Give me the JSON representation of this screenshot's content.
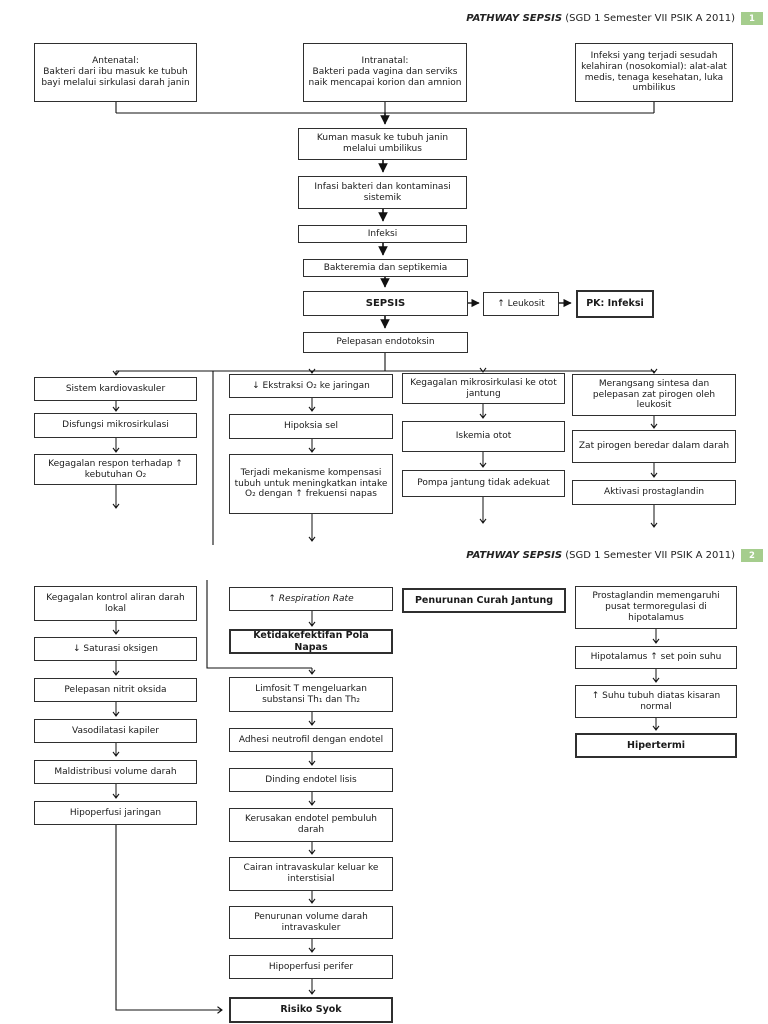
{
  "document": {
    "title_italic": "PATHWAY SEPSIS",
    "title_paren": "(SGD 1 Semester VII PSIK A 2011)",
    "page1_number": "1",
    "page2_number": "2"
  },
  "colors": {
    "page_badge_green": "#a5cd8d",
    "box_border": "#2f2f2f",
    "background": "#ffffff"
  },
  "flowchart": {
    "page1": {
      "antenatal": "Antenatal:\nBakteri dari ibu masuk ke tubuh bayi melalui sirkulasi darah janin",
      "intranatal": "Intranatal:\nBakteri pada vagina dan serviks naik mencapai korion dan amnion",
      "postnatal": "Infeksi yang terjadi sesudah kelahiran (nosokomial): alat-alat medis, tenaga kesehatan, luka umbilikus",
      "kuman": "Kuman masuk ke tubuh janin melalui umbilikus",
      "infasi": "Infasi bakteri dan kontaminasi sistemik",
      "infeksi": "Infeksi",
      "bakteremia": "Bakteremia dan septikemia",
      "sepsis": "SEPSIS",
      "leukosit": "↑ Leukosit",
      "pk_infeksi": "PK: Infeksi",
      "endotoksin": "Pelepasan endotoksin",
      "sistem_kardiovaskuler": "Sistem kardiovaskuler",
      "disfungsi_mikrosirkulasi": "Disfungsi mikrosirkulasi",
      "kegagalan_respon": "Kegagalan respon terhadap ↑ kebutuhan O₂",
      "ekstraksi_o2": "↓ Ekstraksi O₂ ke jaringan",
      "hipoksia_sel": "Hipoksia sel",
      "mekanisme_kompensasi": "Terjadi mekanisme kompensasi tubuh untuk meningkatkan intake O₂ dengan ↑ frekuensi napas",
      "kegagalan_mikrosirkulasi": "Kegagalan mikrosirkulasi ke otot jantung",
      "iskemia_otot": "Iskemia otot",
      "pompa_jantung": "Pompa jantung tidak adekuat",
      "merangsang_sintesa": "Merangsang sintesa dan pelepasan zat pirogen oleh leukosit",
      "zat_pirogen": "Zat pirogen beredar dalam darah",
      "aktivasi_prostaglandin": "Aktivasi prostaglandin"
    },
    "page2": {
      "kegagalan_kontrol": "Kegagalan kontrol aliran darah lokal",
      "saturasi_oksigen": "↓ Saturasi oksigen",
      "nitrit_oksida": "Pelepasan nitrit oksida",
      "vasodilatasi_kapiler": "Vasodilatasi kapiler",
      "maldistribusi": "Maldistribusi volume darah",
      "hipoperfusi_jaringan": "Hipoperfusi jaringan",
      "respiration_rate": "↑ Respiration Rate",
      "ketidakefektifan_pola_napas": "Ketidakefektifan Pola Napas",
      "limfosit": "Limfosit T mengeluarkan substansi Th₁ dan Th₂",
      "adhesi_neutrofil": "Adhesi neutrofil dengan endotel",
      "dinding_endotel": "Dinding endotel lisis",
      "kerusakan_endotel": "Kerusakan endotel pembuluh darah",
      "cairan_intravaskular": "Cairan intravaskular keluar ke interstisial",
      "penurunan_volume": "Penurunan volume darah intravaskuler",
      "hipoperfusi_perifer": "Hipoperfusi perifer",
      "risiko_syok": "Risiko Syok",
      "penurunan_curah_jantung": "Penurunan Curah Jantung",
      "prostaglandin_memengaruhi": "Prostaglandin memengaruhi pusat termoregulasi di hipotalamus",
      "hipotalamus_set_poin": "Hipotalamus ↑ set poin suhu",
      "suhu_tubuh": "↑ Suhu tubuh diatas kisaran normal",
      "hipertermi": "Hipertermi"
    }
  }
}
